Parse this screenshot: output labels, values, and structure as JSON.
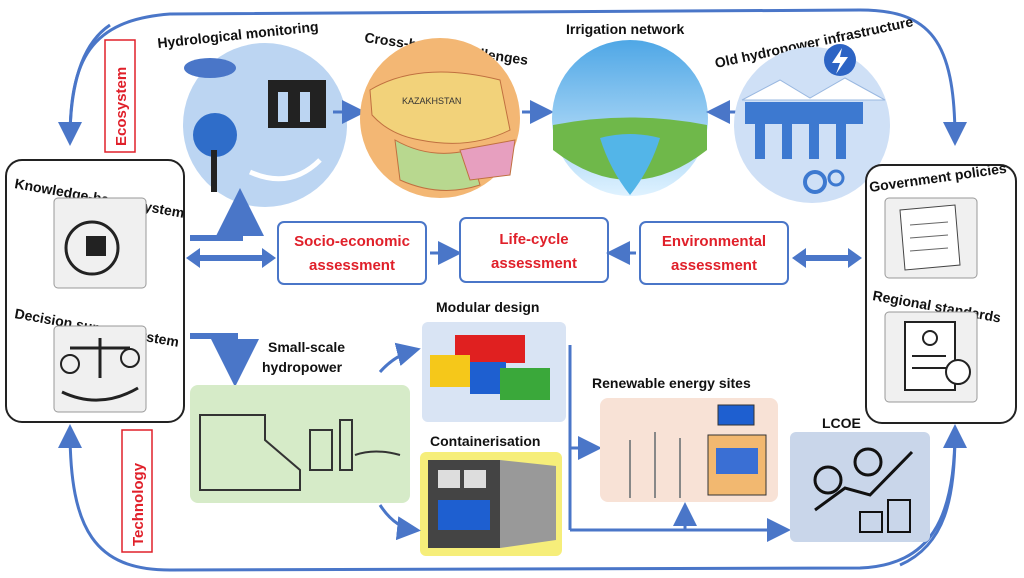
{
  "top": {
    "hydrological": "Hydrological monitoring",
    "crossborder": "Cross-border challenges",
    "irrigation": "Irrigation network",
    "oldhydro": "Old hydropower infrastructure",
    "map_label": "KAZAKHSTAN"
  },
  "sides": {
    "ecosystem": "Ecosystem",
    "technology": "Technology"
  },
  "left_panel": {
    "knowledge": "Knowledge-based system",
    "decision": "Decision support system"
  },
  "right_panel": {
    "policies": "Government policies",
    "standards": "Regional standards"
  },
  "assessments": {
    "socio_line1": "Socio-economic",
    "socio_line2": "assessment",
    "life_line1": "Life-cycle",
    "life_line2": "assessment",
    "env_line1": "Environmental",
    "env_line2": "assessment"
  },
  "bottom": {
    "small_line1": "Small-scale",
    "small_line2": "hydropower",
    "modular": "Modular design",
    "container": "Containerisation",
    "renewable": "Renewable energy sites",
    "lcoe": "LCOE"
  },
  "colors": {
    "arrow": "#4a76c8",
    "accent_red": "#e0202a",
    "hydro_green": "#d6ebc8",
    "modular_blue": "#d9e4f4",
    "container_yellow": "#f6ee7a",
    "renewable_peach": "#f8e2d6",
    "lcoe_blue": "#c9d6ea"
  }
}
